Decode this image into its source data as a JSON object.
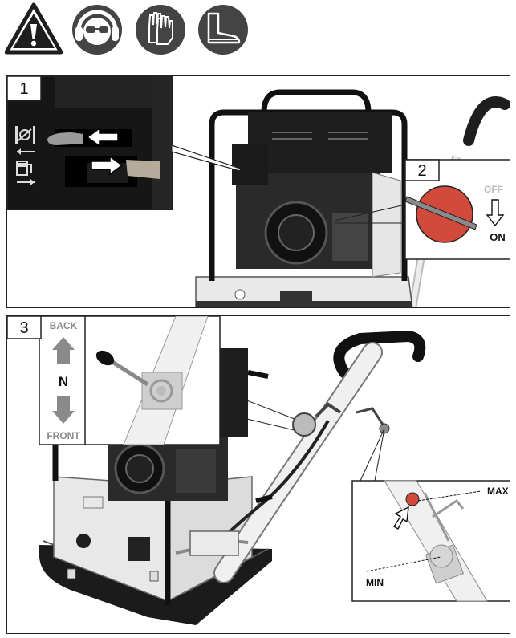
{
  "safety_icons": [
    {
      "icon": "warning-triangle-icon"
    },
    {
      "icon": "ear-eye-protection-icon"
    },
    {
      "icon": "protective-gloves-icon"
    },
    {
      "icon": "safety-boots-icon"
    }
  ],
  "panel1": {
    "step": "1"
  },
  "panel2": {
    "step": "2",
    "off_label": "OFF",
    "on_label": "ON"
  },
  "panel3": {
    "step": "3",
    "back_label": "BACK",
    "neutral_label": "N",
    "front_label": "FRONT",
    "max_label": "MAX",
    "min_label": "MIN"
  },
  "colors": {
    "ink": "#1e1e1e",
    "panel_grey": "#8a8a8a",
    "knob_red": "#d24a3c",
    "machine_light": "#e8e8e8"
  }
}
